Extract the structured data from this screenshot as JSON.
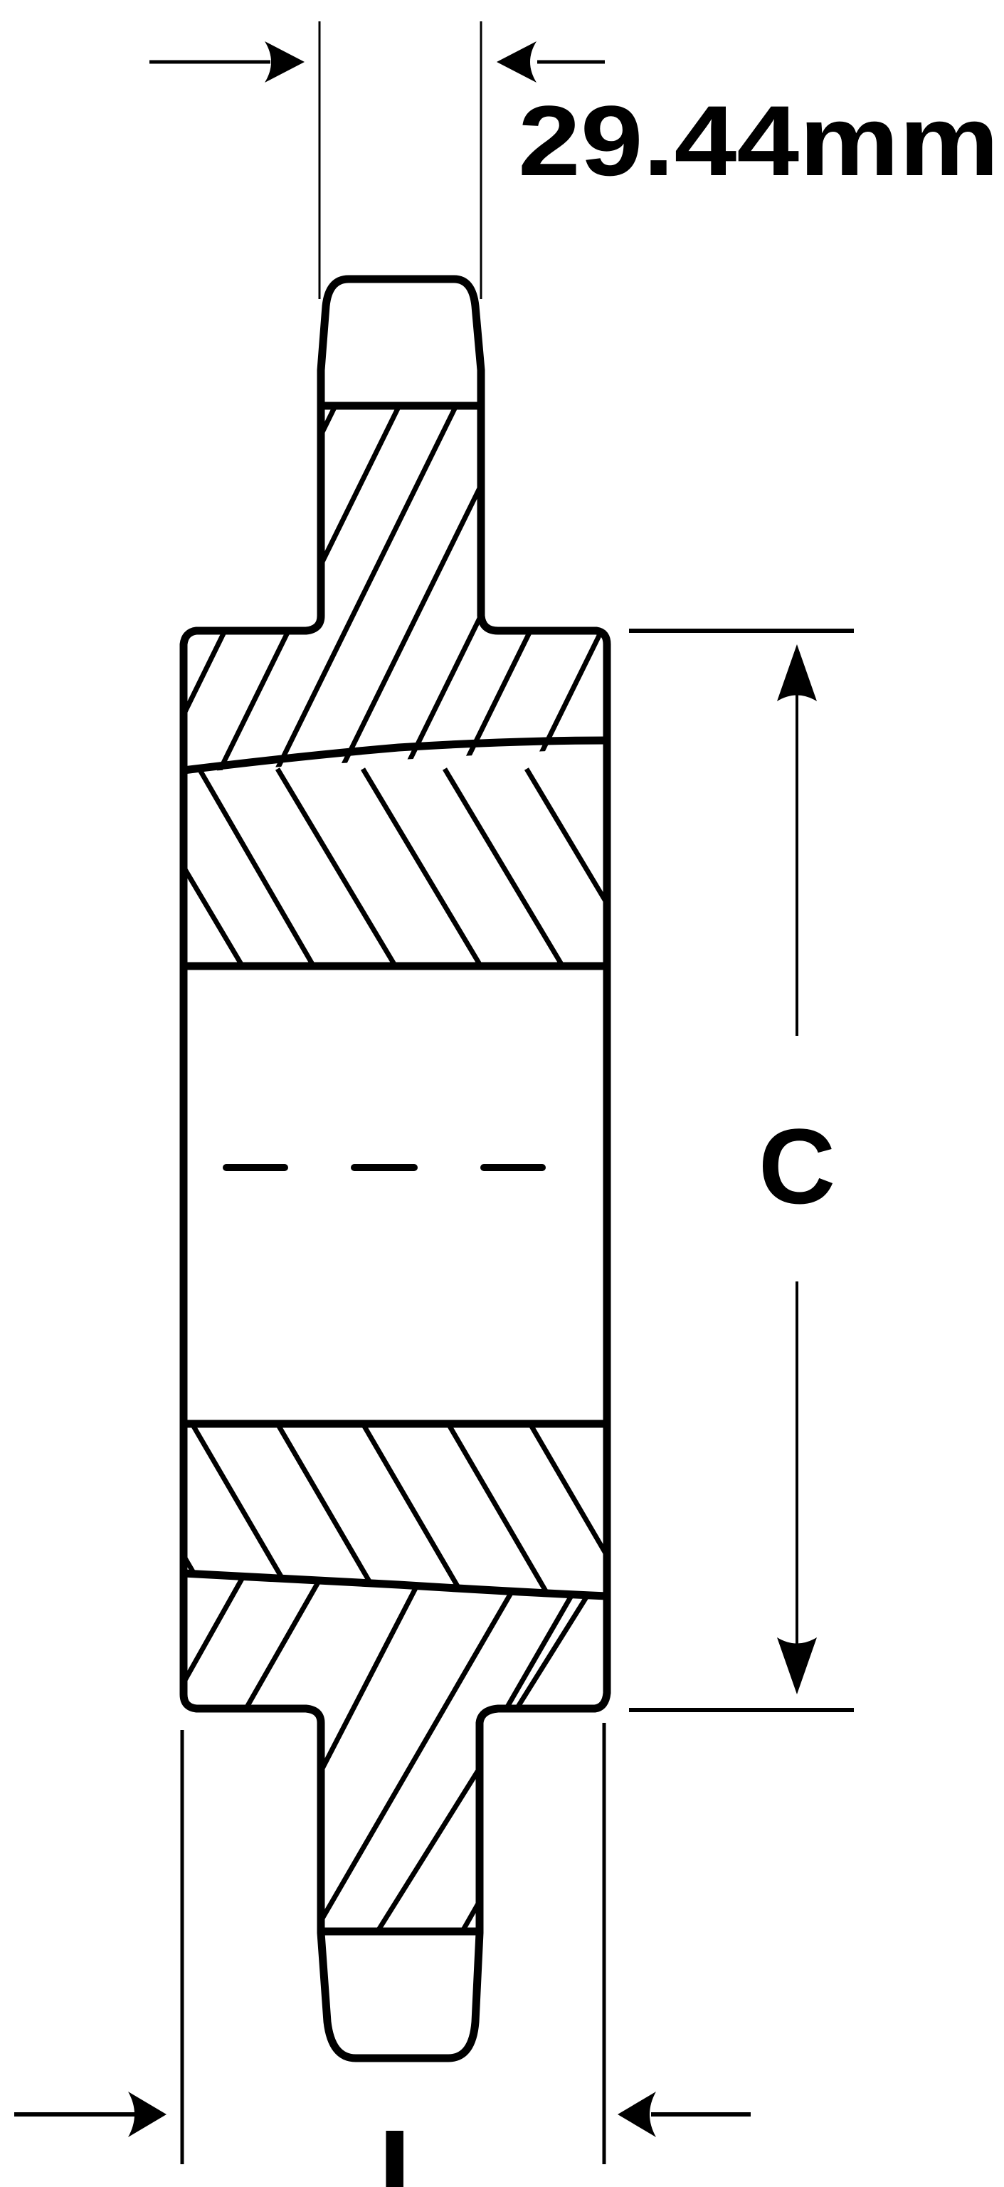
{
  "diagram": {
    "type": "sprocket-cross-section",
    "colors": {
      "line": "#000000",
      "background": "#ffffff"
    },
    "dimensions": {
      "tooth_width": {
        "label": "29.44mm"
      },
      "hub_diameter": {
        "label": "C"
      },
      "hub_length": {
        "label": "L"
      }
    }
  }
}
